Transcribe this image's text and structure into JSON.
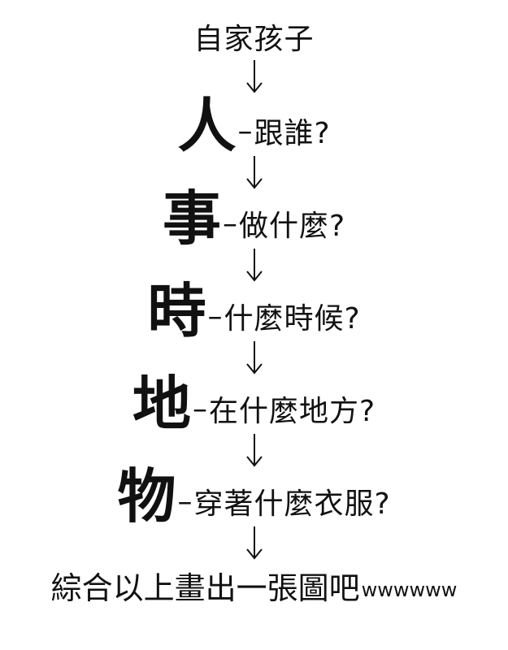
{
  "title": "自家孩子",
  "dash": "–",
  "steps": [
    {
      "char": "人",
      "question": "跟誰?"
    },
    {
      "char": "事",
      "question": "做什麼?"
    },
    {
      "char": "時",
      "question": "什麼時候?"
    },
    {
      "char": "地",
      "question": "在什麼地方?"
    },
    {
      "char": "物",
      "question": "穿著什麼衣服?"
    }
  ],
  "conclusion": {
    "text": "綜合以上畫出一張圖吧",
    "suffix": "wwwwww"
  }
}
